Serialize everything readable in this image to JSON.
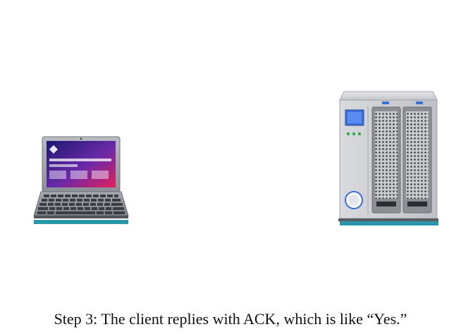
{
  "caption": "Step 3: The client replies with ACK, which is like “Yes.”",
  "devices": [
    {
      "role": "client",
      "icon": "laptop-icon"
    },
    {
      "role": "server",
      "icon": "server-icon"
    }
  ],
  "colors": {
    "base_shadow": "#2a97a8",
    "screen_gradient_start": "#2a1a7a",
    "screen_gradient_end": "#e0205a",
    "server_body": "#c9cbd0",
    "server_led": "#2bb04a",
    "server_display": "#3a6fd8"
  }
}
